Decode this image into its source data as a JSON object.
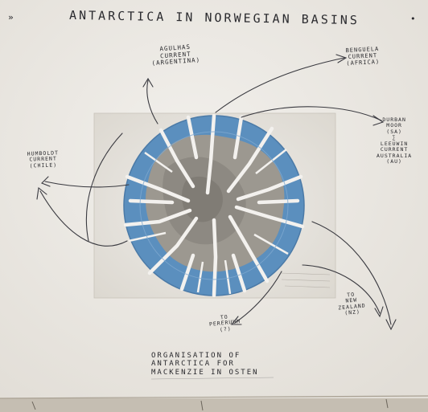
{
  "title": "ANTARCTICA IN NORWEGIAN BASINS",
  "corner_marks": {
    "left": "»",
    "right": "•"
  },
  "labels": {
    "agulhas": "AGULHAS\nCURRENT\n(ARGENTINA)",
    "benguela": "BENGUELA\nCURRENT\n(AFRICA)",
    "right_stack": "DURBAN\nMOOR\n(SA)\n∑\nLEEUWIN\nCURRENT\nAUSTRALIA\n(AU)",
    "left": "HUMBOLDT\nCURRENT\n(CHILE)",
    "bottom": "TO\nPERERUUM\n(?)",
    "bottom_right": "TO\nNEW\nZEALAND\n(NZ)"
  },
  "caption": "ORGANISATION OF\nANTARCTICA FOR\nMACKENZIE IN OSTEN"
}
